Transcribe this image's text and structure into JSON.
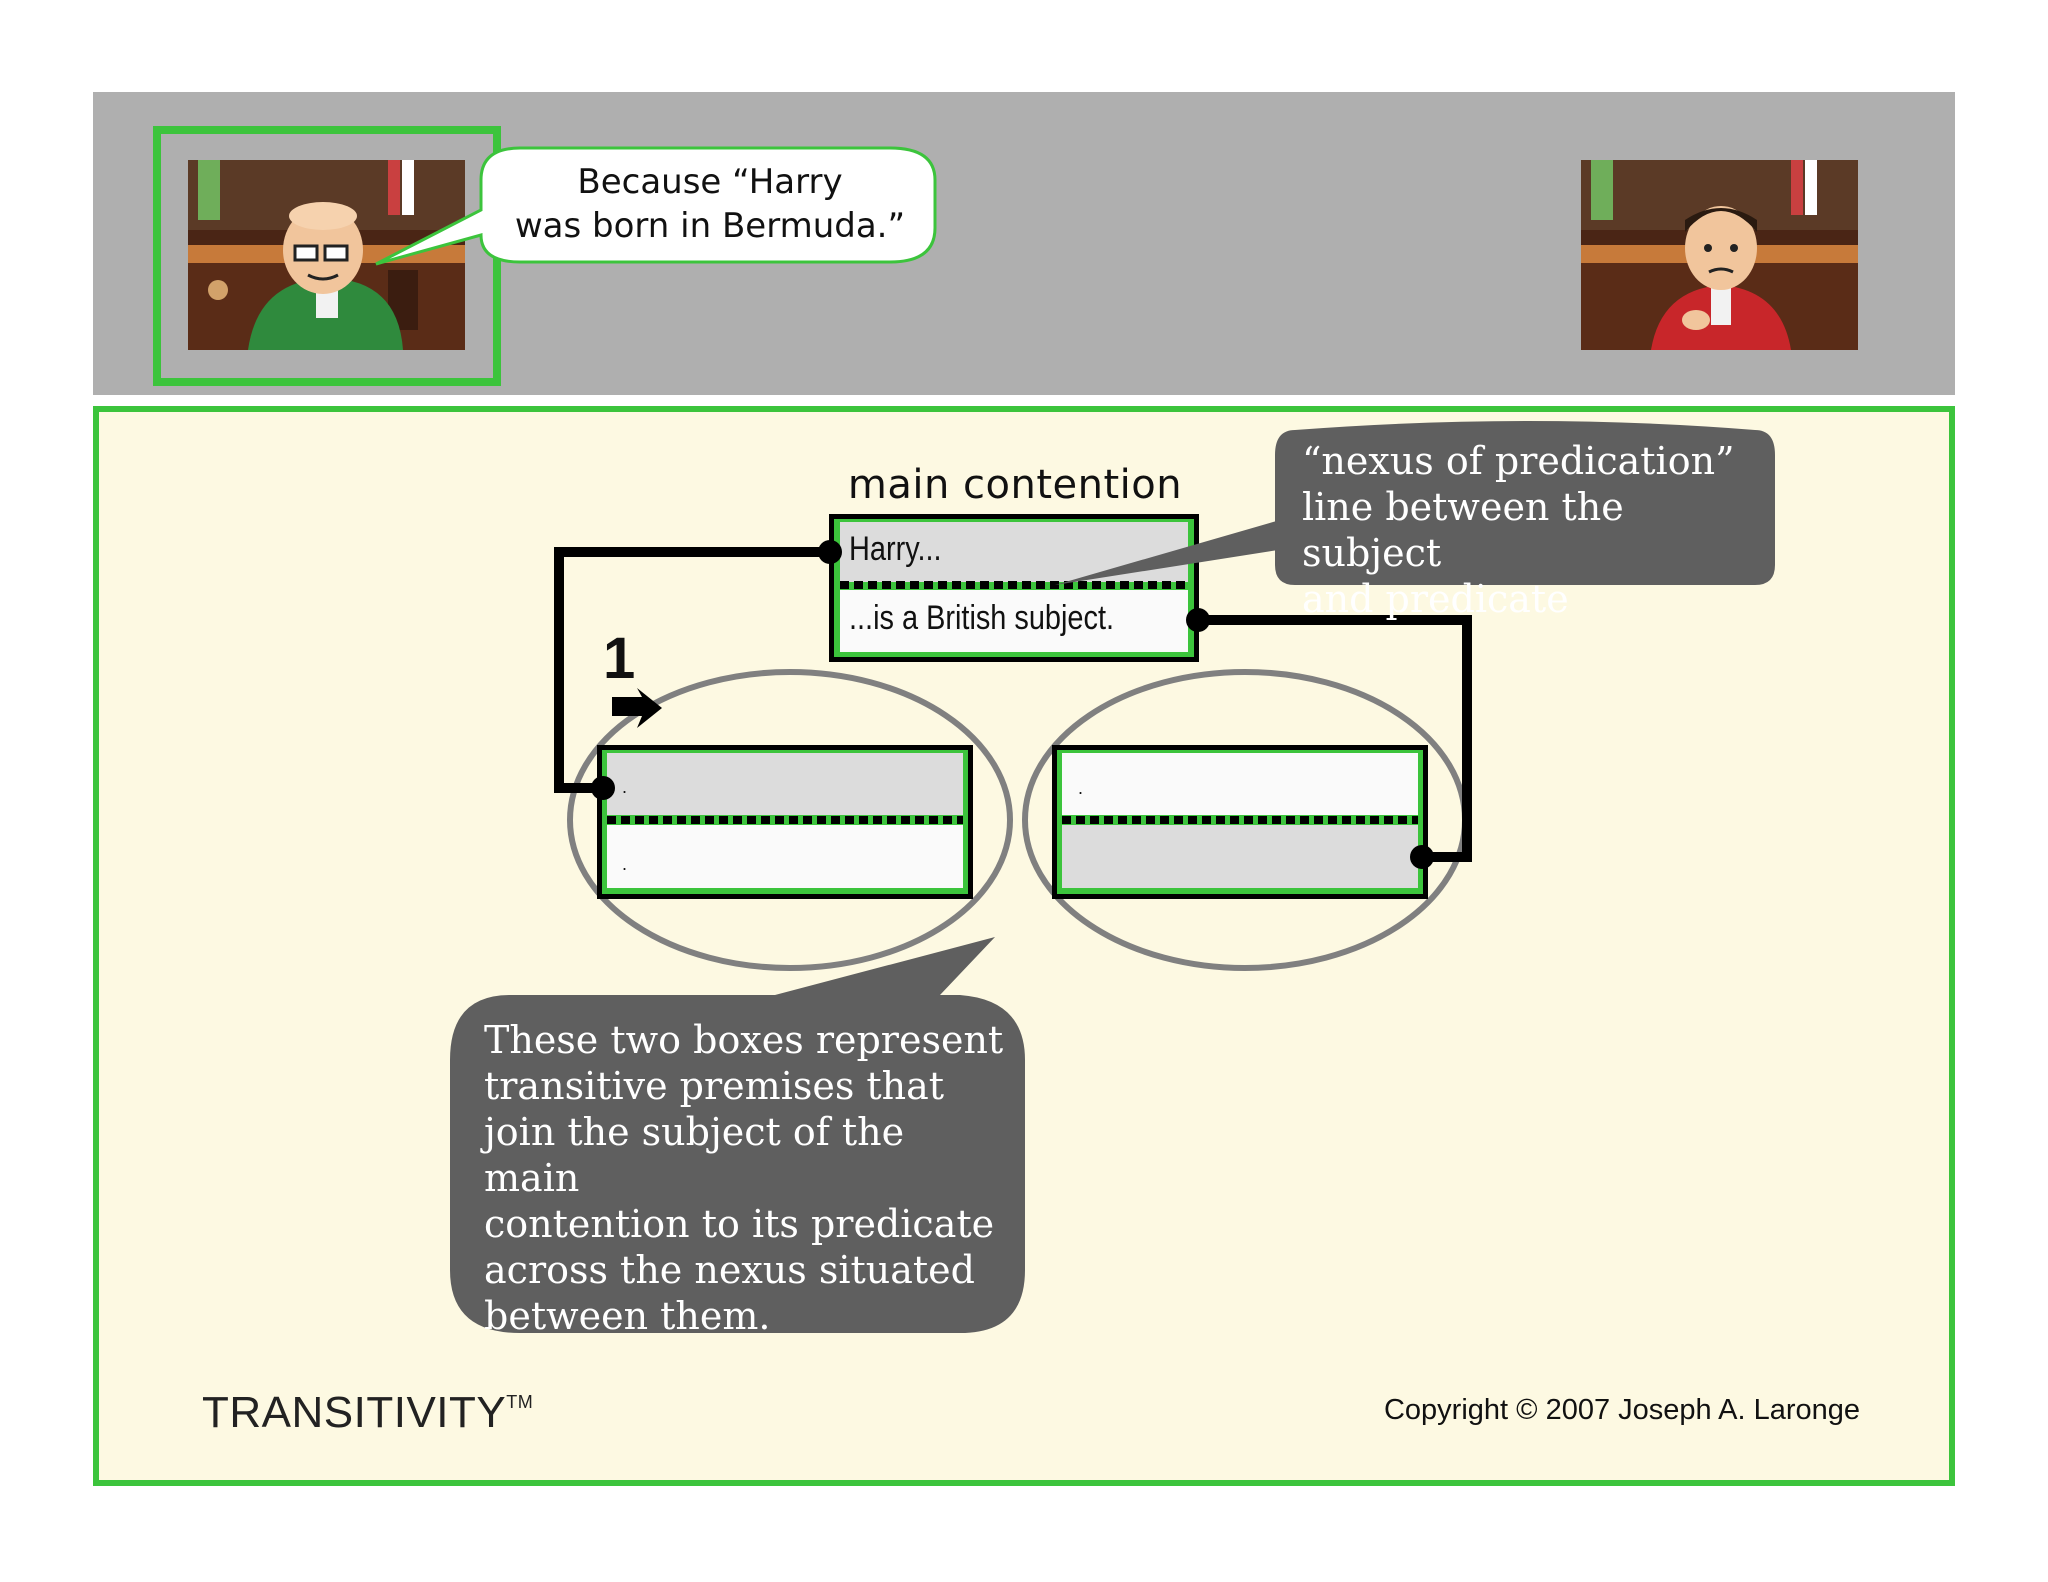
{
  "speech": {
    "line1": "Because “Harry",
    "line2": "was born in Bermuda.”"
  },
  "diagram": {
    "main_label": "main contention",
    "subject": "Harry...",
    "predicate": "...is a British subject.",
    "premise1_top": ".",
    "premise1_bottom": ".",
    "premise2_top": ".",
    "step_number": "1"
  },
  "callouts": {
    "nexus_lines": [
      "“nexus of predication”",
      "line between the subject",
      "and predicate"
    ],
    "premises_lines": [
      "These two boxes represent",
      "transitive premises that",
      "join the subject of the main",
      "contention to its predicate",
      "across the nexus situated",
      "between them."
    ]
  },
  "footer": {
    "brand": "TRANSITIVITY",
    "trademark": "TM",
    "copyright": "Copyright © 2007 Joseph A. Laronge"
  },
  "colors": {
    "accent_green": "#3cc43c",
    "callout_gray": "#5f5f5f",
    "panel_bg": "#fdf9e2",
    "band_gray": "#afafaf"
  },
  "icons": [
    "green-suited-attorney-icon",
    "red-suited-attorney-icon",
    "right-arrow-icon"
  ]
}
